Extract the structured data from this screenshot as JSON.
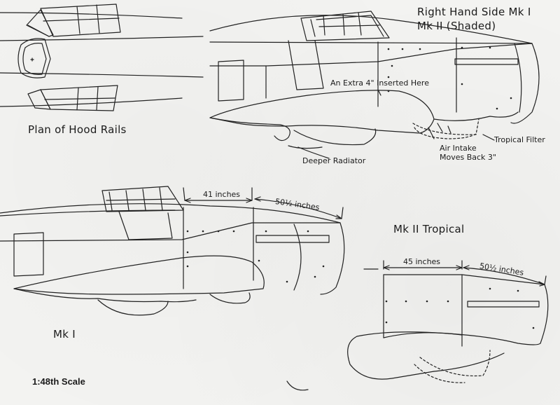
{
  "diagram": {
    "title_main": "Right Hand Side Mk I",
    "title_sub": "Mk II (Shaded)",
    "plan_caption": "Plan of Hood Rails",
    "annotation_extra": "An Extra 4\" Inserted Here",
    "annotation_filter": "Tropical Filter",
    "annotation_intake_1": "Air Intake",
    "annotation_intake_2": "Moves Back 3\"",
    "annotation_radiator": "Deeper Radiator",
    "mk1_dim_a": "41 inches",
    "mk1_dim_b": "50½ inches",
    "mk1_label": "Mk I",
    "trop_label": "Mk II Tropical",
    "trop_dim_a": "45 inches",
    "trop_dim_b": "50½ inches",
    "scale": "1:48th Scale"
  },
  "colors": {
    "ink": "#222222",
    "paper": "#f3f3f1"
  }
}
